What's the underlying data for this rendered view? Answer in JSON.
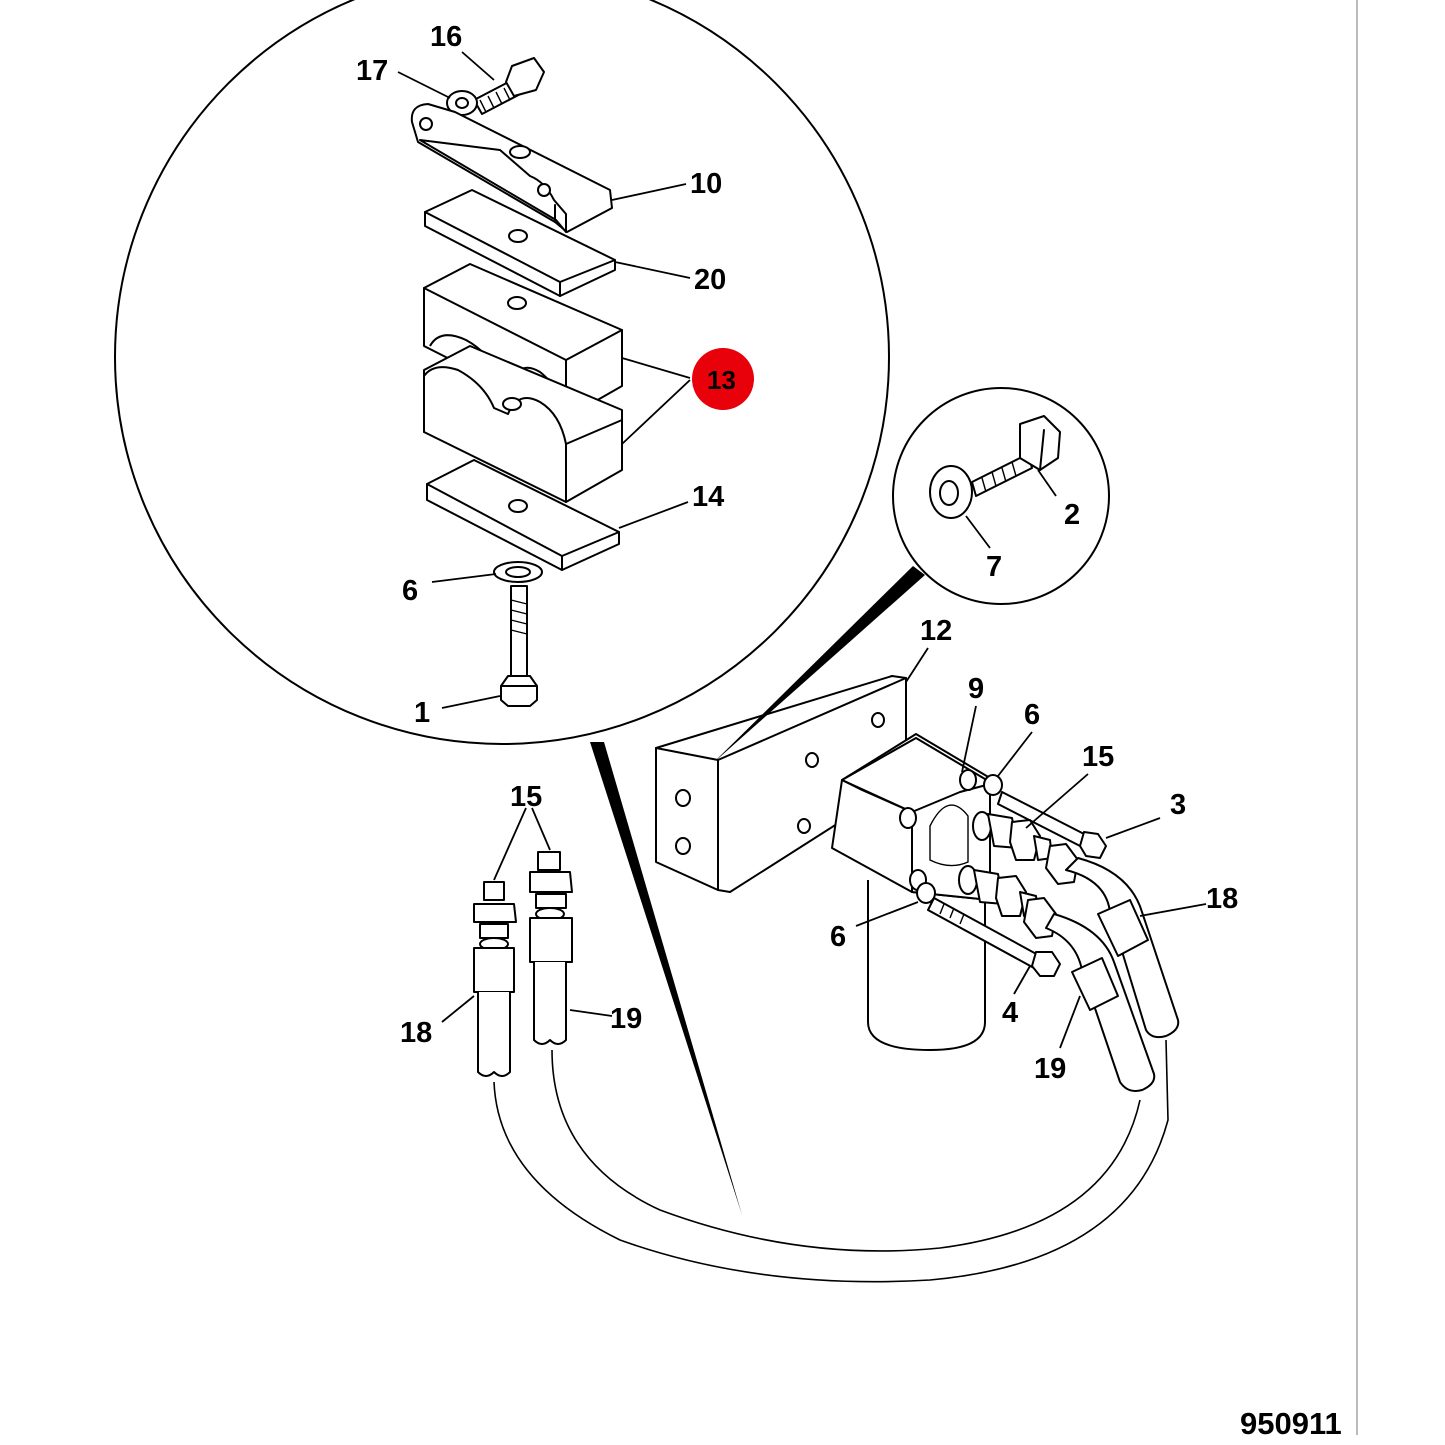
{
  "figure_number": "950911",
  "highlight_color": "#e8000b",
  "callouts": {
    "c16": "16",
    "c17": "17",
    "c10": "10",
    "c20": "20",
    "c13": "13",
    "c14": "14",
    "c6_detail": "6",
    "c1": "1",
    "c2": "2",
    "c7": "7",
    "c12": "12",
    "c9": "9",
    "c6_upper": "6",
    "c15_right": "15",
    "c3": "3",
    "c18_right": "18",
    "c6_lower": "6",
    "c4": "4",
    "c19_right": "19",
    "c15_left": "15",
    "c18_left": "18",
    "c19_left": "19"
  }
}
